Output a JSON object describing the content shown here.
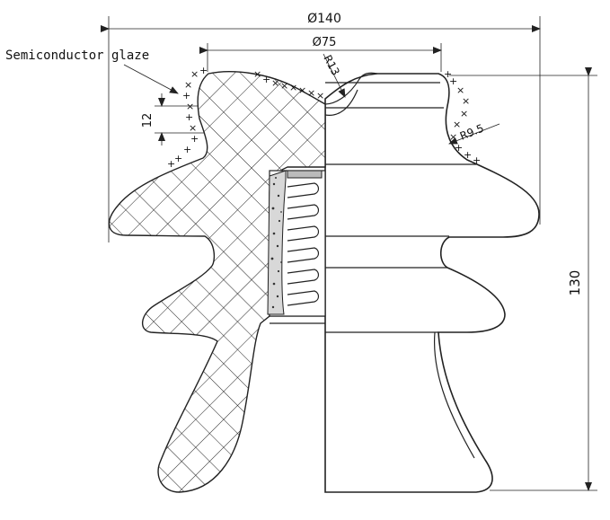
{
  "diagram": {
    "labels": {
      "glaze": "Semiconductor glaze",
      "d140": "Ø140",
      "d75": "Ø75",
      "r13": "R13",
      "r95": "R9.5",
      "h12": "12",
      "h130": "130"
    },
    "colors": {
      "line": "#222222",
      "background": "#ffffff"
    }
  }
}
